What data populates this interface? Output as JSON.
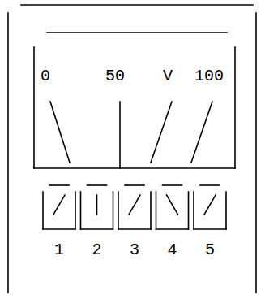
{
  "diagram": {
    "labels": [
      "0",
      "50",
      "V",
      "100",
      "1",
      "2",
      "3",
      "4",
      "5"
    ]
  }
}
